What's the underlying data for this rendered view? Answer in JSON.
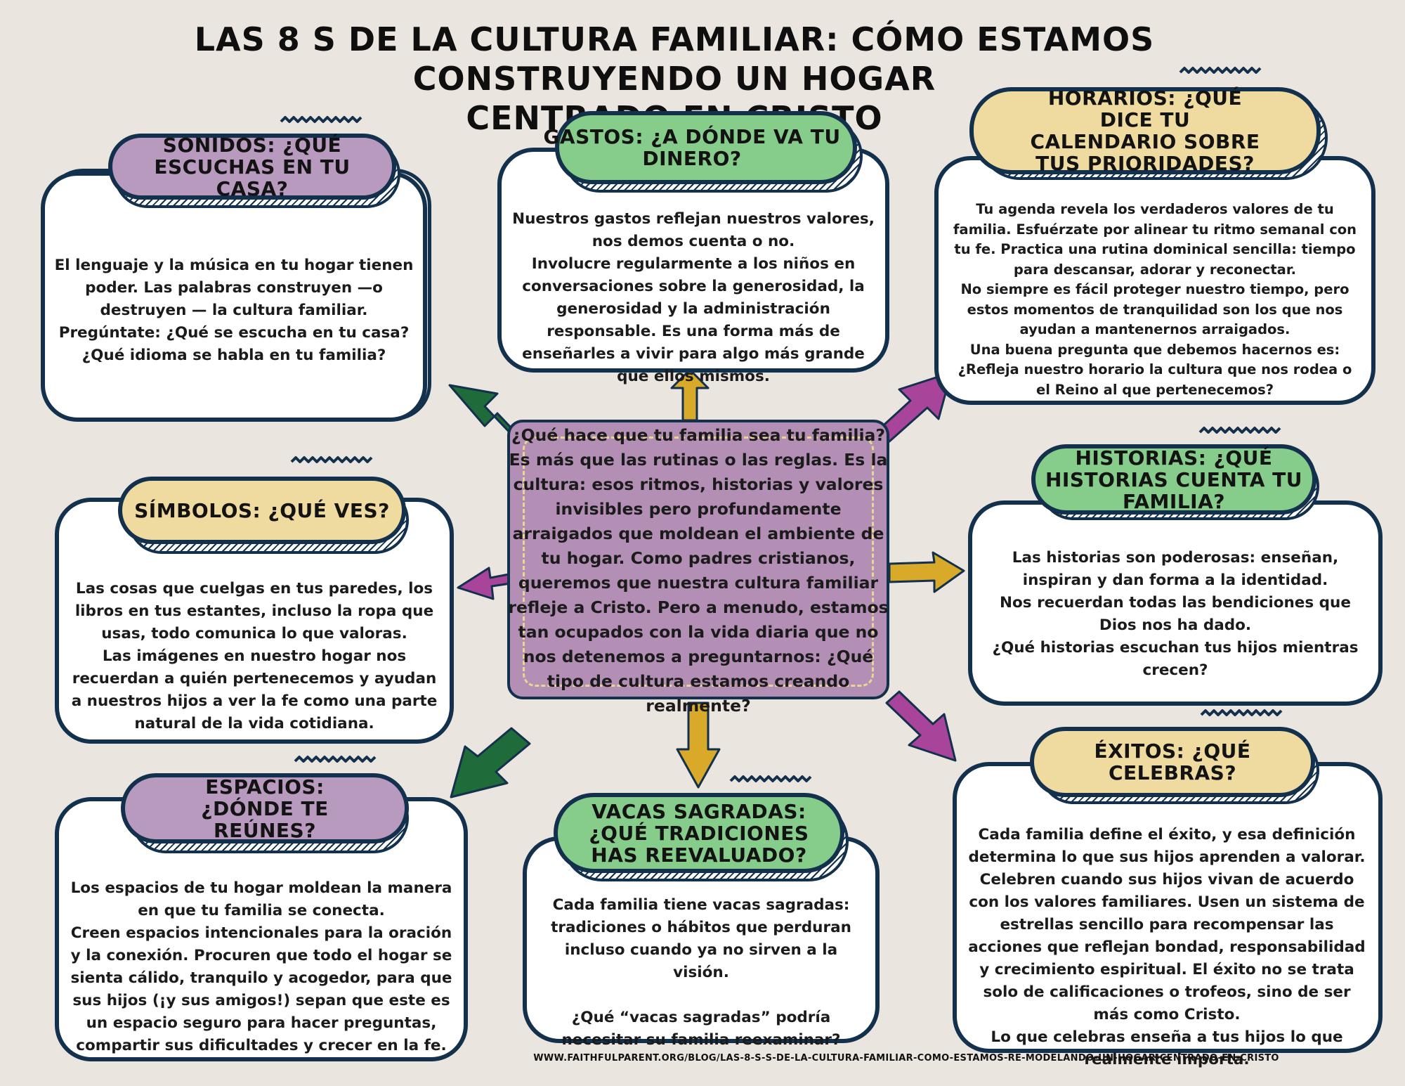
{
  "title": {
    "line1": "LAS 8 S DE LA CULTURA FAMILIAR: CÓMO ESTAMOS CONSTRUYENDO UN HOGAR",
    "line2": "CENTRADO EN CRISTO"
  },
  "center": {
    "text": "¿Qué hace que tu familia sea tu familia? Es más que las rutinas o las reglas. Es la cultura: esos ritmos, historias y valores invisibles pero profundamente arraigados que moldean el ambiente de tu hogar. Como padres cristianos, queremos que nuestra cultura familiar refleje a Cristo. Pero a menudo, estamos tan ocupados con la vida diaria que no nos detenemos a preguntarnos: ¿Qué tipo de cultura estamos creando realmente?"
  },
  "sections": {
    "sonidos": {
      "heading": "SONIDOS: ¿QUÉ ESCUCHAS EN TU CASA?",
      "text": "El lenguaje y la música en tu hogar tienen poder. Las palabras construyen —o destruyen — la cultura familiar.\nPregúntate: ¿Qué se escucha en tu casa? ¿Qué idioma se habla en tu familia?"
    },
    "gastos": {
      "heading": "GASTOS: ¿A DÓNDE VA TU DINERO?",
      "text": "Nuestros gastos reflejan nuestros valores, nos demos cuenta o no.\nInvolucre regularmente a los niños en conversaciones sobre la generosidad, la generosidad y la administración responsable. Es una forma más de enseñarles a vivir para algo más grande que ellos mismos."
    },
    "horarios": {
      "heading": "HORARIOS: ¿QUÉ DICE TU CALENDARIO SOBRE TUS PRIORIDADES?",
      "text": "Tu agenda revela los verdaderos valores de tu familia. Esfuérzate por alinear tu ritmo semanal con tu fe. Practica una rutina dominical sencilla: tiempo para descansar, adorar y reconectar.\nNo siempre es fácil proteger nuestro tiempo, pero estos momentos de tranquilidad son los que nos ayudan a mantenernos arraigados.\nUna buena pregunta que debemos hacernos es: ¿Refleja nuestro horario la cultura que nos rodea o el Reino al que pertenecemos?"
    },
    "simbolos": {
      "heading": "SÍMBOLOS: ¿QUÉ VES?",
      "text": "Las cosas que cuelgas en tus paredes, los libros en tus estantes, incluso la ropa que usas, todo comunica lo que valoras.\nLas imágenes en nuestro hogar nos recuerdan a quién pertenecemos y ayudan a nuestros hijos a ver la fe como una parte natural de la vida cotidiana."
    },
    "historias": {
      "heading": "HISTORIAS: ¿QUÉ HISTORIAS CUENTA TU FAMILIA?",
      "text": "Las historias son poderosas: enseñan, inspiran y dan forma a la identidad.\nNos recuerdan todas las bendiciones que Dios nos ha dado.\n¿Qué historias escuchan tus hijos mientras crecen?"
    },
    "espacios": {
      "heading": "ESPACIOS: ¿DÓNDE TE REÚNES?",
      "text": "Los espacios de tu hogar moldean la manera en que tu familia se conecta.\nCreen espacios intencionales para la oración y la conexión. Procuren que todo el hogar se sienta cálido, tranquilo y acogedor, para que sus hijos (¡y sus amigos!) sepan que este es un espacio seguro para hacer preguntas, compartir sus dificultades y crecer en la fe."
    },
    "vacas": {
      "heading": "VACAS SAGRADAS: ¿QUÉ TRADICIONES HAS REEVALUADO?",
      "text": "Cada familia tiene vacas sagradas: tradiciones o hábitos que perduran incluso cuando ya no sirven a la visión.\n\n¿Qué “vacas sagradas” podría necesitar su familia reexaminar?"
    },
    "exitos": {
      "heading": "ÉXITOS: ¿QUÉ CELEBRAS?",
      "text": "Cada familia define el éxito, y esa definición determina lo que sus hijos aprenden a valorar. Celebren cuando sus hijos vivan de acuerdo con los valores familiares. Usen un sistema de estrellas sencillo para recompensar las acciones que reflejan bondad, responsabilidad y crecimiento espiritual. El éxito no se trata solo de calificaciones o trofeos, sino de ser más como Cristo.\nLo que celebras enseña a tus hijos lo que realmente importa."
    }
  },
  "footer_url": "WWW.FAITHFULPARENT.ORG/BLOG/LAS-8-S-S-DE-LA-CULTURA-FAMILIAR-COMO-ESTAMOS-RE-MODELANDO-UN-HOGAR-CENTRADO-EN-CRISTO",
  "colors": {
    "background": "#ebe5df",
    "outline": "#13304d",
    "purple": "#b99abf",
    "green": "#86cc8a",
    "yellow": "#efdba0",
    "center": "#b38fb5",
    "arrow_green": "#1f6b3a",
    "arrow_purple": "#a8449a",
    "arrow_gold": "#d9a92a"
  }
}
